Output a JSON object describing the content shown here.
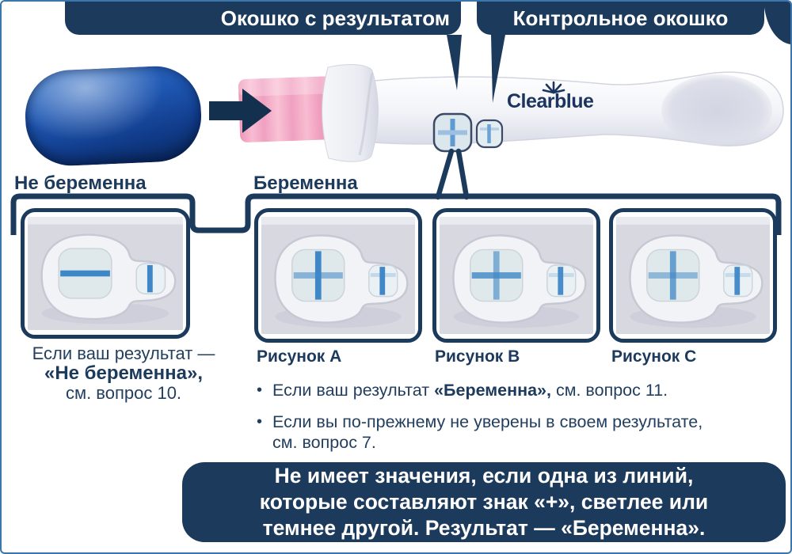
{
  "colors": {
    "accent_navy": "#1c3a5c",
    "frame_border_blue": "#3b76ad",
    "brand_navy": "#1b3560",
    "cap_blue": "#1d57b0",
    "tip_pink": "#f2a2bf",
    "test_line_blue": "#3f87c6"
  },
  "top_labels": {
    "result_window": "Окошко с результатом",
    "control_window": "Контрольное окошко"
  },
  "device": {
    "brand": "Clearblue"
  },
  "headings": {
    "not_pregnant": "Не беременна",
    "pregnant": "Беременна"
  },
  "figures": [
    {
      "key": "n",
      "caption": "",
      "big_h": 1,
      "big_v": 0,
      "ctrl_v": 1,
      "ctrl_h": 0
    },
    {
      "key": "a",
      "caption": "Рисунок A",
      "big_h": 0.55,
      "big_v": 1,
      "ctrl_v": 1,
      "ctrl_h": 0.5
    },
    {
      "key": "b",
      "caption": "Рисунок B",
      "big_h": 0.8,
      "big_v": 0.6,
      "ctrl_v": 0.95,
      "ctrl_h": 0.45
    },
    {
      "key": "c",
      "caption": "Рисунок C",
      "big_h": 0.5,
      "big_v": 0.75,
      "ctrl_v": 0.95,
      "ctrl_h": 0.45
    }
  ],
  "left_note": {
    "line1": "Если ваш результат —",
    "line2": "«Не беременна»,",
    "line3": "см. вопрос 10."
  },
  "bullets": [
    {
      "pre": "Если ваш результат ",
      "bold": "«Беременна»,",
      "post": " см. вопрос 11."
    },
    {
      "line1": "Если вы по-прежнему не уверены в своем результате,",
      "line2": "см. вопрос 7."
    }
  ],
  "bottom_banner": {
    "line1": "Не имеет значения, если одна из линий,",
    "line2": "которые составляют знак «+», светлее или",
    "line3": "темнее другой. Результат — «Беременна»."
  }
}
